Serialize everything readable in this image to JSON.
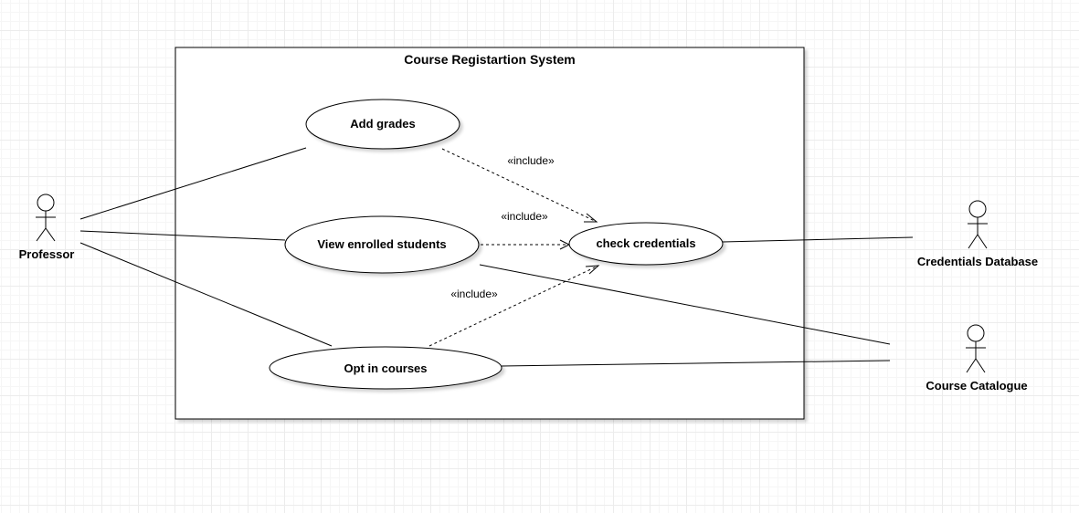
{
  "diagram": {
    "system_title": "Course Registartion System",
    "actors": {
      "professor": "Professor",
      "credentials_db": "Credentials Database",
      "course_catalogue": "Course Catalogue"
    },
    "use_cases": {
      "add_grades": "Add grades",
      "view_students": "View enrolled students",
      "check_credentials": "check credentials",
      "opt_in_courses": "Opt in courses"
    },
    "relations": {
      "include_1": "«include»",
      "include_2": "«include»",
      "include_3": "«include»"
    }
  }
}
